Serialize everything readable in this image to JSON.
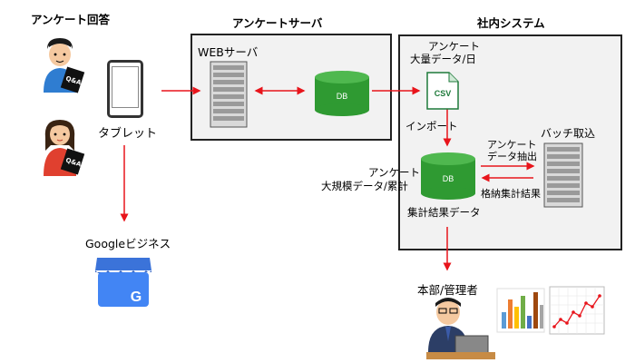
{
  "labels": {
    "survey_answer": "アンケート回答",
    "survey_server": "アンケートサーバ",
    "internal_system": "社内システム",
    "web_server": "WEBサーバ",
    "tablet": "タブレット",
    "survey_volume_line1": "アンケート",
    "survey_volume_line2": "大量データ/日",
    "csv": "CSV",
    "import": "インポート",
    "batch": "バッチ取込",
    "extract_line1": "アンケート",
    "extract_line2": "データ抽出",
    "large_data_line1": "アンケート",
    "large_data_line2": "大規模データ/累計",
    "aggregate_result": "格納集計結果",
    "aggregate_data": "集計結果データ",
    "google_business": "Googleビジネス",
    "hq_manager": "本部/管理者",
    "db": "DB",
    "qa": "Q&A"
  },
  "colors": {
    "arrow": "#e8141b",
    "db_green": "#2f9a32",
    "db_top": "#4fb84f",
    "box_bg": "#f2f2f2",
    "google_blue": "#4285f4"
  }
}
